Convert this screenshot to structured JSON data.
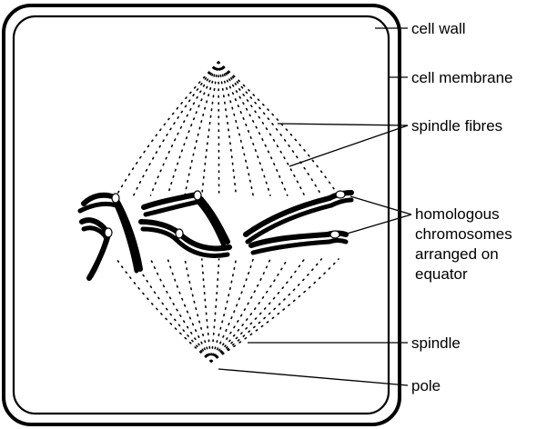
{
  "labels": {
    "cell_wall": "cell wall",
    "cell_membrane": "cell membrane",
    "spindle_fibres": "spindle fibres",
    "homologous_line1": "homologous",
    "homologous_line2": "chromosomes",
    "homologous_line3": "arranged on",
    "homologous_line4": "equator",
    "spindle": "spindle",
    "pole": "pole"
  },
  "colors": {
    "ink": "#000000",
    "paper": "#ffffff"
  }
}
